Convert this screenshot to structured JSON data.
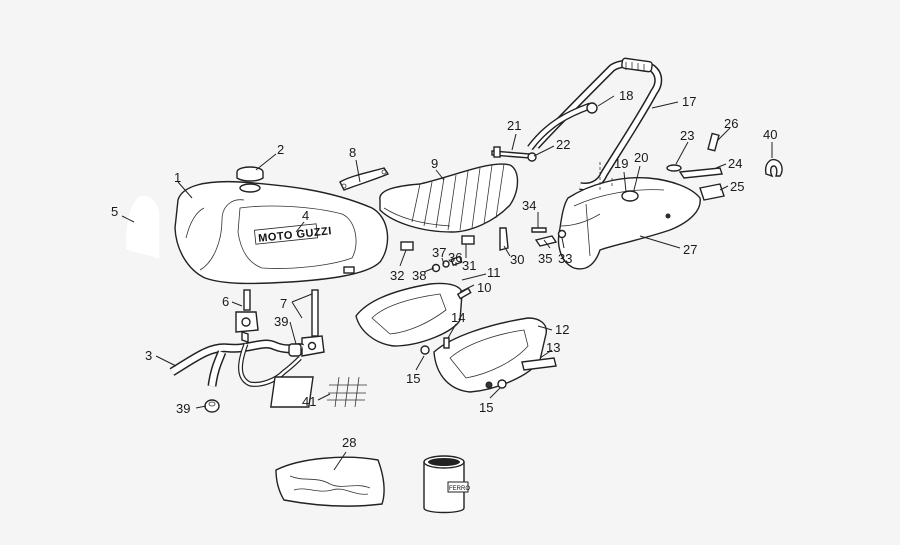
{
  "diagram": {
    "brand_text": "MOTO GUZZI",
    "can_label": "FERRO",
    "callouts": {
      "c1": "1",
      "c2": "2",
      "c3": "3",
      "c4": "4",
      "c5": "5",
      "c6": "6",
      "c7": "7",
      "c8": "8",
      "c9": "9",
      "c10": "10",
      "c11": "11",
      "c12": "12",
      "c13": "13",
      "c14": "14",
      "c15a": "15",
      "c15b": "15",
      "c17": "17",
      "c18": "18",
      "c19": "19",
      "c20": "20",
      "c21": "21",
      "c22": "22",
      "c23": "23",
      "c24": "24",
      "c25": "25",
      "c26": "26",
      "c27": "27",
      "c28": "28",
      "c30": "30",
      "c31": "31",
      "c32": "32",
      "c33": "33",
      "c34": "34",
      "c35": "35",
      "c36": "36",
      "c37": "37",
      "c38": "38",
      "c39a": "39",
      "c39b": "39",
      "c40": "40",
      "c41": "41"
    }
  }
}
